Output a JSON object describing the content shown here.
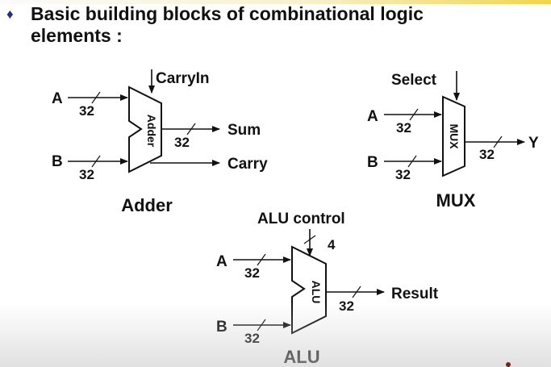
{
  "heading": {
    "bullet": "♦",
    "line1": "Basic building blocks of combinational logic",
    "line2": "elements :"
  },
  "adder": {
    "title": "Adder",
    "carry_in": "CarryIn",
    "input_a": "A",
    "input_b": "B",
    "width_a": "32",
    "width_b": "32",
    "inner_label": "Adder",
    "width_sum": "32",
    "sum_label": "Sum",
    "carry_label": "Carry"
  },
  "mux": {
    "title": "MUX",
    "select_label": "Select",
    "input_a": "A",
    "input_b": "B",
    "width_a": "32",
    "width_b": "32",
    "inner_label": "MUX",
    "width_y": "32",
    "output_label": "Y"
  },
  "alu": {
    "title": "ALU",
    "control_label": "ALU control",
    "control_width": "4",
    "input_a": "A",
    "input_b": "B",
    "width_a": "32",
    "width_b": "32",
    "inner_label": "ALU",
    "width_result": "32",
    "result_label": "Result"
  },
  "colors": {
    "bullet": "#1f2f8c",
    "line": "#111111",
    "top_bar_accent": "#f2d44a"
  }
}
